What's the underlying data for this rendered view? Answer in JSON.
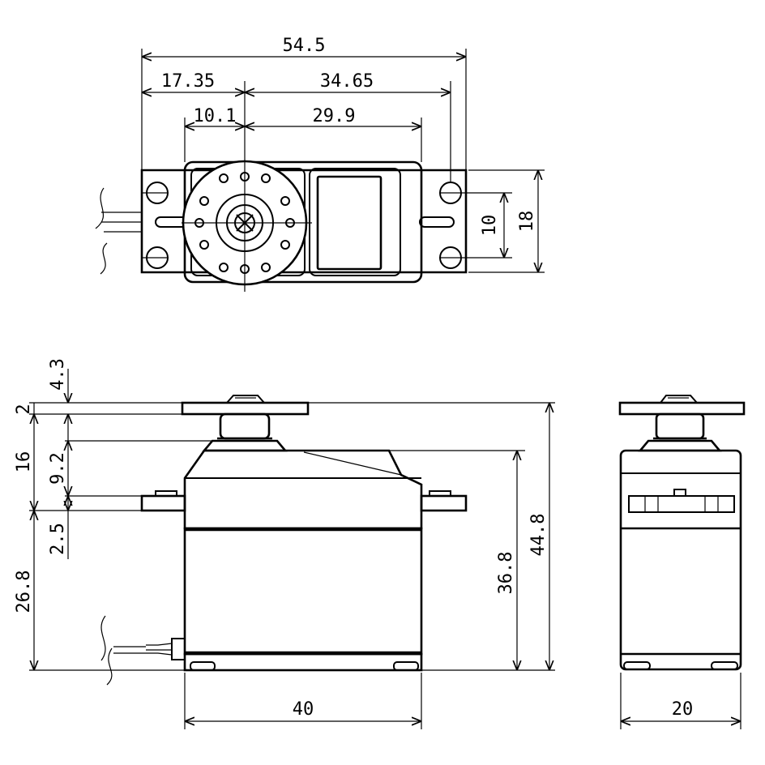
{
  "drawing": {
    "top_view": {
      "overall_width": "54.5",
      "left_to_shaft": "17.35",
      "shaft_to_right_hole": "34.65",
      "shaft_offset": "10.1",
      "shaft_to_body_right": "29.9",
      "hole_spacing": "10",
      "body_depth": "18"
    },
    "side_view": {
      "horn_clearance": "4.3",
      "horn_thickness": "2",
      "shaft_to_mount": "16",
      "gear_height": "9.2",
      "mount_thickness": "2.5",
      "mount_to_bottom": "26.8",
      "body_height": "36.8",
      "total_height": "44.8",
      "body_width": "40"
    },
    "end_view": {
      "width": "20"
    }
  }
}
